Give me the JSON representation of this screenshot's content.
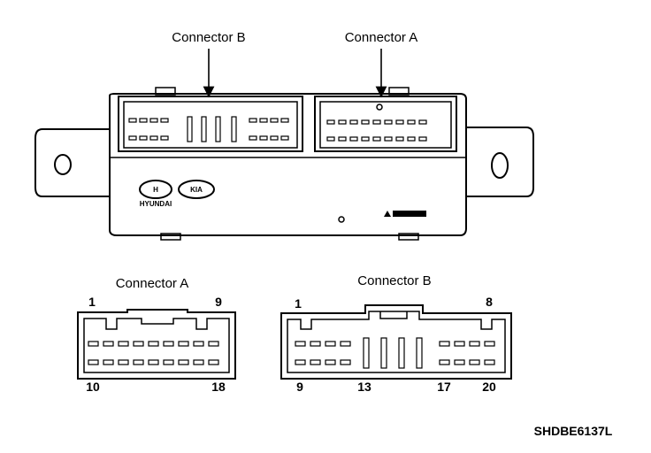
{
  "labels": {
    "top_connector_b": "Connector B",
    "top_connector_a": "Connector A",
    "detail_connector_a": "Connector A",
    "detail_connector_b": "Connector B"
  },
  "connector_a_pins": {
    "top_left": "1",
    "top_right": "9",
    "bottom_left": "10",
    "bottom_right": "18"
  },
  "connector_b_pins": {
    "top_left": "1",
    "top_right": "8",
    "bottom_1": "9",
    "bottom_2": "13",
    "bottom_3": "17",
    "bottom_4": "20"
  },
  "module": {
    "brand_left": "HYUNDAI",
    "brand_right": "KIA"
  },
  "figure_code": "SHDBE6137L"
}
